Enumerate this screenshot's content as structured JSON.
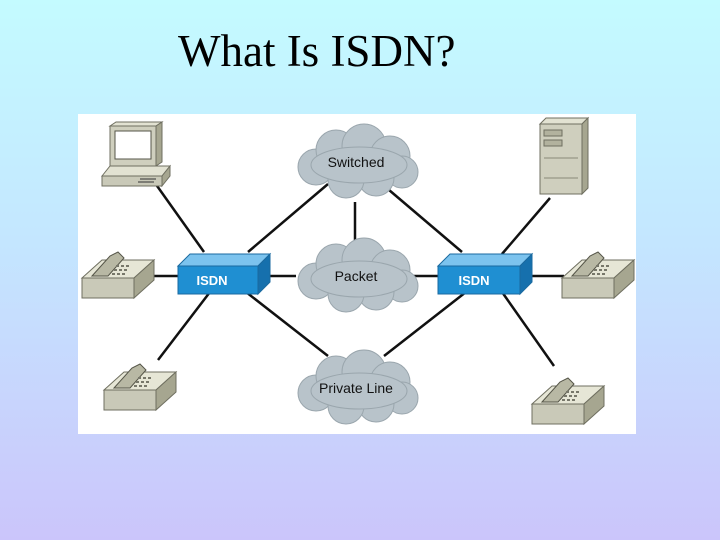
{
  "slide": {
    "title": "What Is ISDN?"
  },
  "diagram": {
    "clouds": {
      "switched": "Switched",
      "packet": "Packet",
      "private_line": "Private Line"
    },
    "switches": {
      "left": "ISDN",
      "right": "ISDN"
    }
  },
  "colors": {
    "cloud_fill": "#b8c3ca",
    "isdn_box": "#1f8fd2",
    "device_gray": "#c9c9b8",
    "link_line": "#111111"
  }
}
